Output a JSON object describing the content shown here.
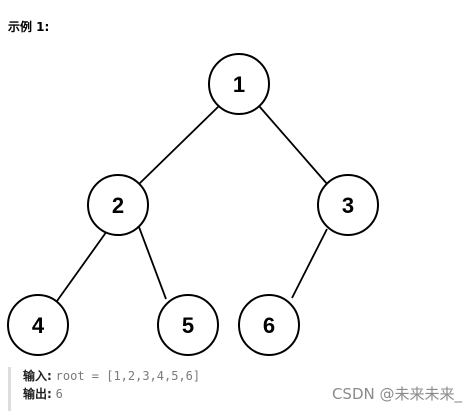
{
  "heading": "示例 1:",
  "tree": {
    "nodes": [
      {
        "id": "n1",
        "label": "1"
      },
      {
        "id": "n2",
        "label": "2"
      },
      {
        "id": "n3",
        "label": "3"
      },
      {
        "id": "n4",
        "label": "4"
      },
      {
        "id": "n5",
        "label": "5"
      },
      {
        "id": "n6",
        "label": "6"
      }
    ]
  },
  "example": {
    "input_label": "输入:",
    "input_value": "root = [1,2,3,4,5,6]",
    "output_label": "输出:",
    "output_value": "6"
  },
  "watermark": "CSDN @未来未来_"
}
